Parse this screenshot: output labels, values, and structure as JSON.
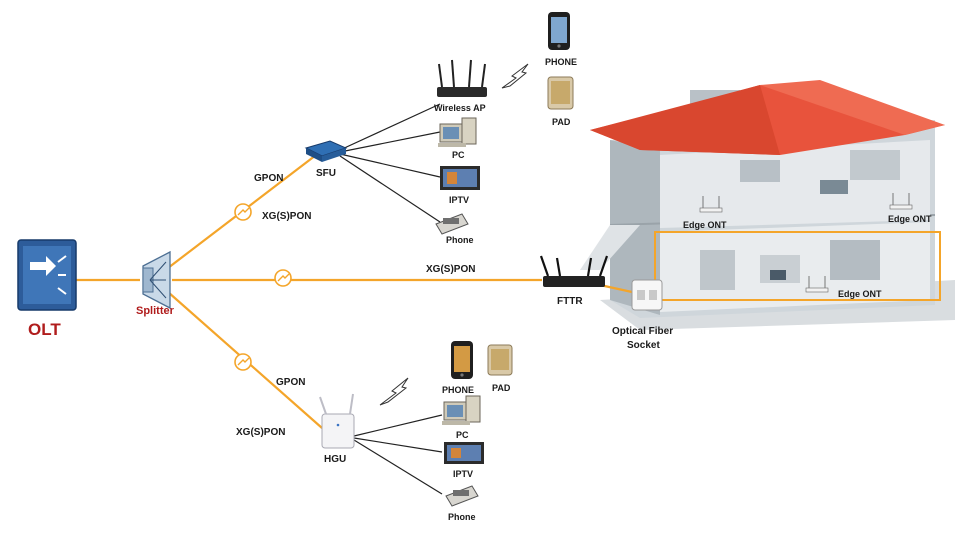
{
  "colors": {
    "fiber": "#f4a52a",
    "olt_label": "#b01c1c",
    "splitter_label": "#b01c1c",
    "roof": "#e8533c",
    "olt_device": "#2d5c9a"
  },
  "nodes": {
    "olt": "OLT",
    "splitter": "Splitter",
    "sfu": "SFU",
    "hgu": "HGU",
    "fttr": "FTTR",
    "optical_fiber_socket_line1": "Optical Fiber",
    "optical_fiber_socket_line2": "Socket"
  },
  "links": {
    "gpon_top": "GPON",
    "xgspon_top": "XG(S)PON",
    "xgspon_middle": "XG(S)PON",
    "gpon_bottom": "GPON",
    "xgspon_bottom": "XG(S)PON"
  },
  "sfu_devices": {
    "wireless_ap": "Wireless AP",
    "phone_mobile": "PHONE",
    "pad": "PAD",
    "pc": "PC",
    "iptv": "IPTV",
    "phone": "Phone"
  },
  "hgu_devices": {
    "phone_mobile": "PHONE",
    "pad": "PAD",
    "pc": "PC",
    "iptv": "IPTV",
    "phone": "Phone"
  },
  "house": {
    "edge_ont_1": "Edge ONT",
    "edge_ont_2": "Edge ONT",
    "edge_ont_3": "Edge ONT"
  },
  "icons": [
    "olt-device-icon",
    "splitter-icon",
    "sfu-device-icon",
    "hgu-router-icon",
    "fttr-router-icon",
    "wireless-ap-icon",
    "smartphone-icon",
    "tablet-icon",
    "pc-icon",
    "tv-icon",
    "desk-phone-icon",
    "wifi-signal-icon",
    "fiber-connector-icon",
    "house-icon",
    "wall-socket-icon"
  ]
}
